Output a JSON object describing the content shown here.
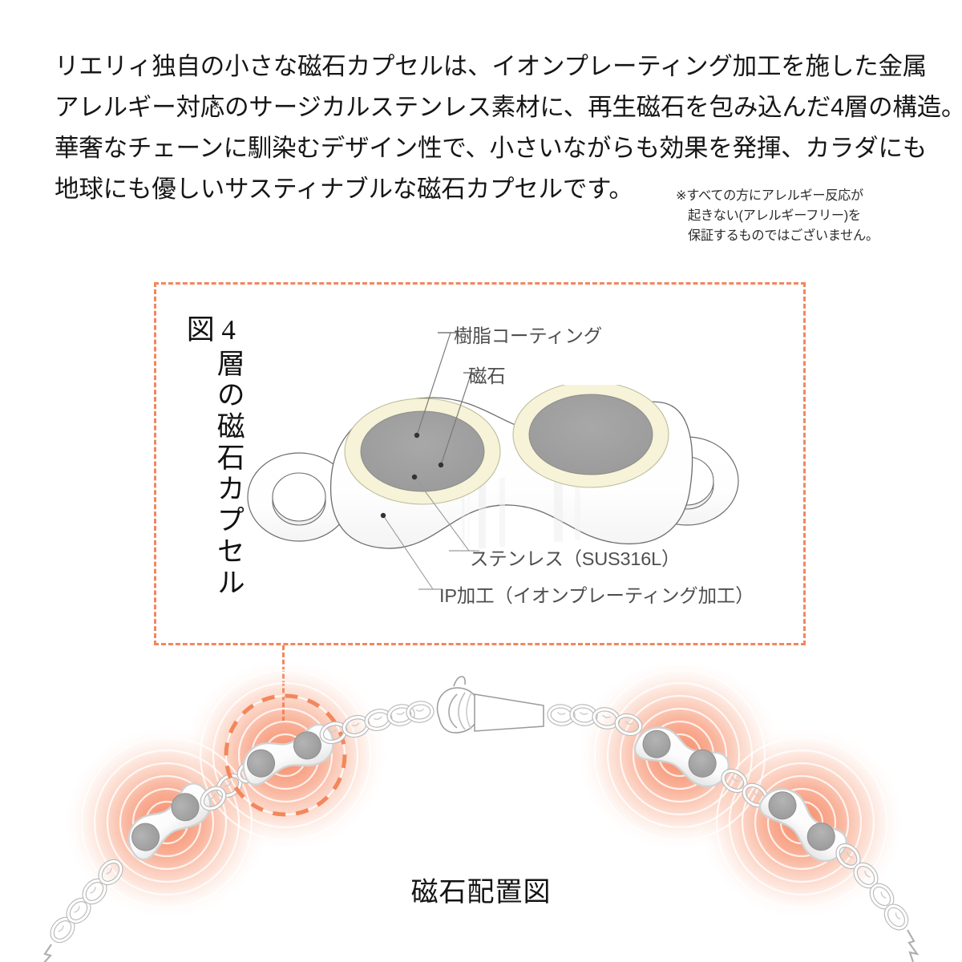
{
  "intro": {
    "lines": [
      "リエリィ独自の小さな磁石カプセルは、イオンプレーティング加工を施した金属",
      "アレルギー対応のサージカルステンレス素材に、再生磁石を包み込んだ4層の構造。",
      "華奢なチェーンに馴染むデザイン性で、小さいながらも効果を発揮、カラダにも",
      "地球にも優しいサスティナブルな磁石カプセルです。"
    ],
    "sup_mark": "※"
  },
  "footnote": {
    "lines": [
      "※すべての方にアレルギー反応が",
      "起きない(アレルギーフリー)を",
      "保証するものではございません。"
    ]
  },
  "diagram": {
    "vertical_title": "4層の磁石カプセル図",
    "labels": {
      "resin": "樹脂コーティング",
      "magnet": "磁石",
      "stainless": "ステンレス（SUS316L）",
      "ip": "IP加工（イオンプレーティング加工）"
    },
    "border_color": "#f2875c"
  },
  "bracelet": {
    "caption": "磁石配置図",
    "glow_color": "#f4693c",
    "highlight_circle_color": "#f2875c"
  },
  "colors": {
    "accent_orange": "#f2875c",
    "glow_orange": "#f4693c",
    "capsule_body": "#ffffff",
    "capsule_outline": "#6d6d6d",
    "magnet_grey": "#9c9c9c",
    "resin_cream": "#f5f0d2",
    "label_grey": "#4f4f4f",
    "text_black": "#161616"
  },
  "chart_data": {
    "type": "diagram",
    "title": "4層の磁石カプセル図",
    "layers": [
      {
        "name": "樹脂コーティング",
        "color": "#f5f0d2",
        "order": 1
      },
      {
        "name": "磁石",
        "color": "#9c9c9c",
        "order": 2
      },
      {
        "name": "ステンレス（SUS316L）",
        "color": "#ffffff",
        "order": 3
      },
      {
        "name": "IP加工（イオンプレーティング加工）",
        "color": "#ffffff",
        "order": 4
      }
    ],
    "capsule_count_on_bracelet": 4,
    "magnets_per_capsule": 2
  }
}
